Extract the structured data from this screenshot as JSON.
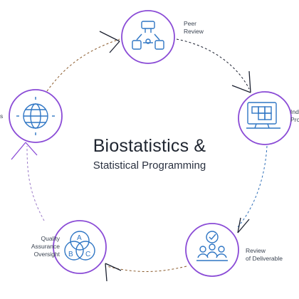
{
  "center": {
    "title": "Biostatistics &",
    "subtitle": "Statistical Programming"
  },
  "nodes": [
    {
      "id": "peer-review",
      "label": "Peer\nReview",
      "icon": "peer-review-triangle-icon"
    },
    {
      "id": "independent-programming",
      "label": "Ind\nPro",
      "icon": "computer-blocks-icon"
    },
    {
      "id": "review-of-deliverable",
      "label": "Review\nof Deliverable",
      "icon": "team-checkmark-icon"
    },
    {
      "id": "quality-assurance-oversight",
      "label": "Quality\nAssurance\nOversight",
      "icon": "abc-venn-icon"
    },
    {
      "id": "globe-node",
      "label": "s",
      "icon": "globe-icon"
    }
  ],
  "colors": {
    "ring": "#8a4bd6",
    "icon": "#2f76c4",
    "arrow_dark": "#1b2030",
    "connector_brown": "#8a5a2b",
    "connector_blue": "#2f6fb8",
    "connector_purple": "#9b7ac8"
  }
}
